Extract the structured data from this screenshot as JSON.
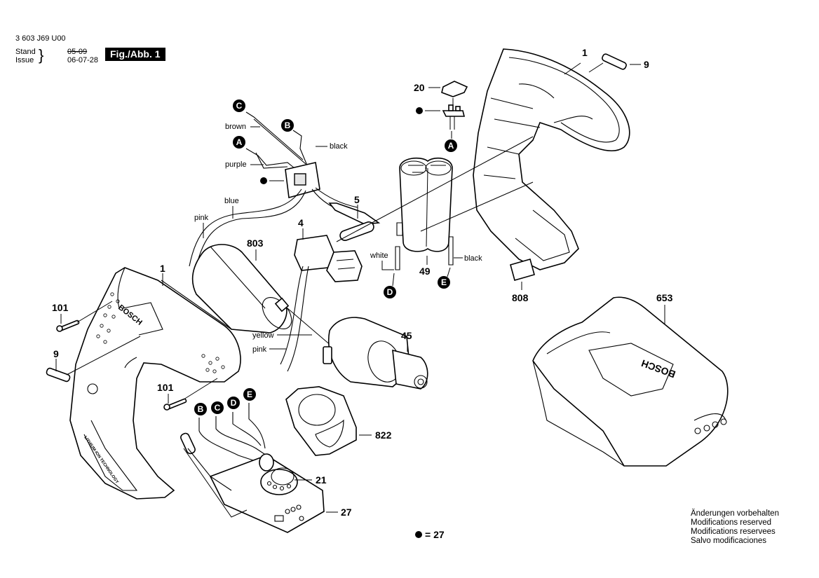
{
  "header": {
    "doc_number": "3 603 J69 U00",
    "stand_label": "Stand",
    "issue_label": "Issue",
    "stand_value_struck": "05-09",
    "issue_value": "06-07-28",
    "figure_label": "Fig./Abb. 1"
  },
  "part_labels": {
    "p1_top": "1",
    "p9_top": "9",
    "p20": "20",
    "p5": "5",
    "p4": "4",
    "p803": "803",
    "p49": "49",
    "p808": "808",
    "p1_left": "1",
    "p101_top": "101",
    "p9_left": "9",
    "p45": "45",
    "p653": "653",
    "p101_bottom": "101",
    "p822": "822",
    "p21": "21",
    "p27": "27"
  },
  "wire_labels": {
    "brown": "brown",
    "black_top": "black",
    "purple": "purple",
    "blue": "blue",
    "pink_top": "pink",
    "white": "white",
    "black_battery": "black",
    "yellow": "yellow",
    "pink_mid": "pink"
  },
  "connector_bubbles": {
    "C_top": "C",
    "B_top": "B",
    "A_top": "A",
    "A_switch": "A",
    "D_battery": "D",
    "E_battery": "E",
    "B_bottom": "B",
    "C_bottom": "C",
    "D_bottom": "D",
    "E_bottom": "E"
  },
  "logos": {
    "housing": "BOSCH",
    "charger": "BOSCH",
    "side_text": "LITHIUM-ION TECHNOLOGY"
  },
  "legend": {
    "dot_equals": "= 27"
  },
  "notes": [
    "Änderungen vorbehalten",
    "Modifications reserved",
    "Modifications reservees",
    "Salvo modificaciones"
  ]
}
